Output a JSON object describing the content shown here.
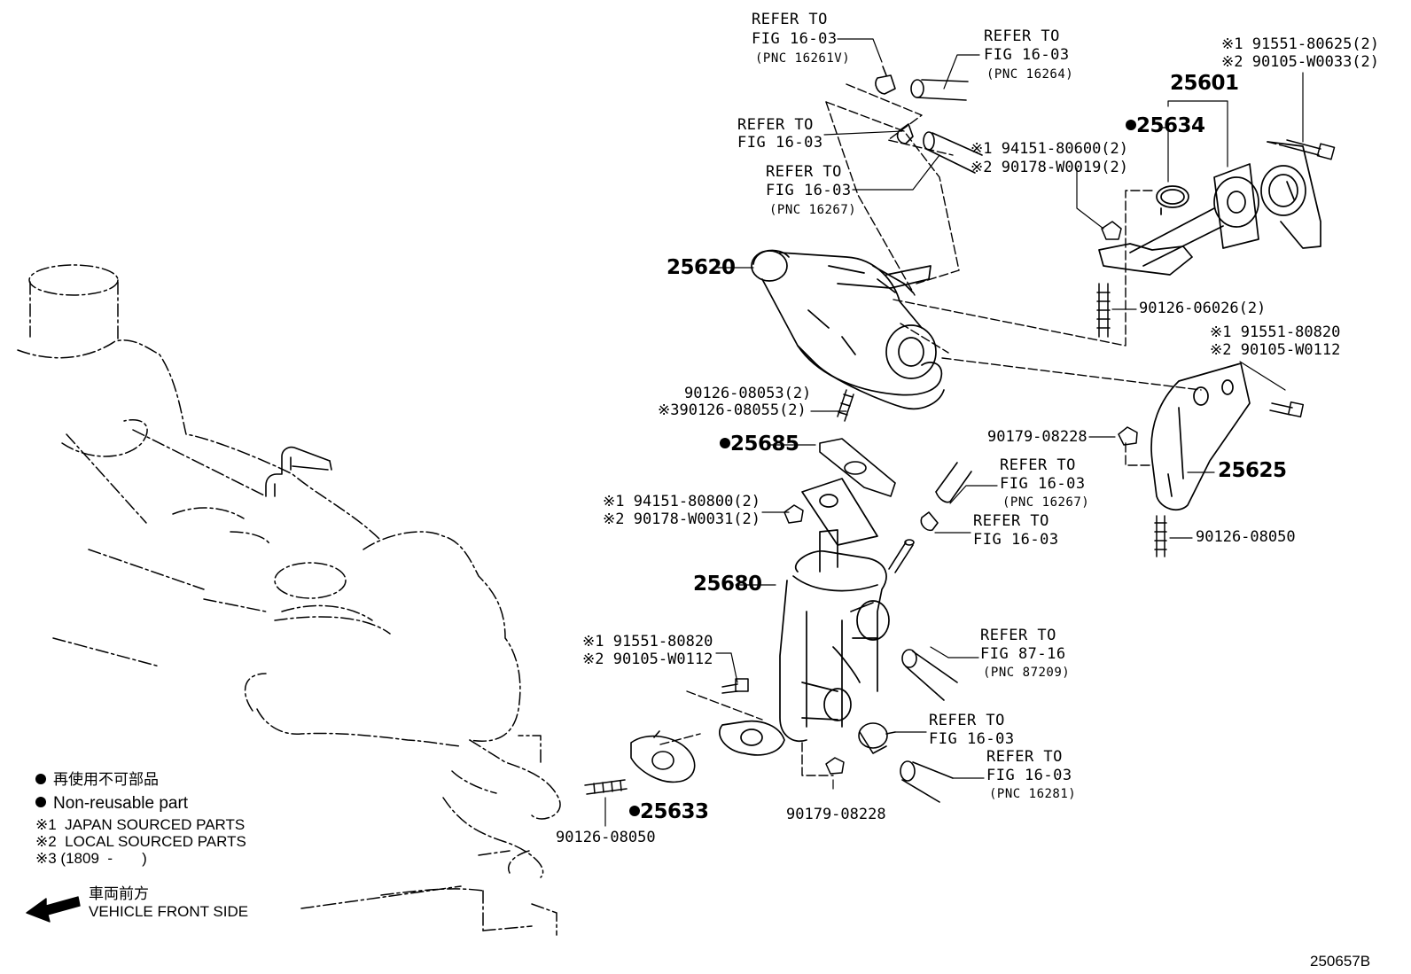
{
  "diagram_id": "250657B",
  "callouts": {
    "c16261v": {
      "line1": "REFER TO",
      "line2": "FIG 16-03",
      "pnc": "(PNC 16261V)"
    },
    "c16264": {
      "line1": "REFER TO",
      "line2": "FIG 16-03",
      "pnc": "(PNC 16264)"
    },
    "c_clamp": {
      "line1": "REFER TO",
      "line2": "FIG 16-03"
    },
    "c16267a": {
      "line1": "REFER TO",
      "line2": "FIG 16-03",
      "pnc": "(PNC 16267)"
    },
    "c16267b": {
      "line1": "REFER TO",
      "line2": "FIG 16-03",
      "pnc": "(PNC 16267)"
    },
    "c_clamp2": {
      "line1": "REFER TO",
      "line2": "FIG 16-03"
    },
    "c87209": {
      "line1": "REFER TO",
      "line2": "FIG 87-16",
      "pnc": "(PNC 87209)"
    },
    "c_clamp3": {
      "line1": "REFER TO",
      "line2": "FIG 16-03"
    },
    "c16281": {
      "line1": "REFER TO",
      "line2": "FIG 16-03",
      "pnc": "(PNC 16281)"
    }
  },
  "parts": {
    "p25601": "25601",
    "p25634": "25634",
    "p25620": "25620",
    "p25685": "25685",
    "p25625": "25625",
    "p25680": "25680",
    "p25633": "25633",
    "bolt_top_1": "※1 91551-80625(2)",
    "bolt_top_2": "※2 90105-W0033(2)",
    "nut_top_1": "※1 94151-80600(2)",
    "nut_top_2": "※2 90178-W0019(2)",
    "stud_06026": "90126-06026(2)",
    "bolt_right_1": "※1 91551-80820",
    "bolt_right_2": "※2 90105-W0112",
    "nut_08228_right": "90179-08228",
    "stud_08050_right": "90126-08050",
    "stud_08053": "90126-08053(2)",
    "stud_08055": "※390126-08055(2)",
    "nut_mid_1": "※1 94151-80800(2)",
    "nut_mid_2": "※2 90178-W0031(2)",
    "bolt_low_1": "※1 91551-80820",
    "bolt_low_2": "※2 90105-W0112",
    "nut_08228_low": "90179-08228",
    "stud_08050_low": "90126-08050"
  },
  "legend": {
    "nonreusable_jp": "再使用不可部品",
    "nonreusable_en": "Non-reusable part",
    "note1": "※1  JAPAN SOURCED PARTS",
    "note2": "※2  LOCAL SOURCED PARTS",
    "note3": "※3 (1809  -       )",
    "front_jp": "車両前方",
    "front_en": "VEHICLE FRONT SIDE"
  }
}
